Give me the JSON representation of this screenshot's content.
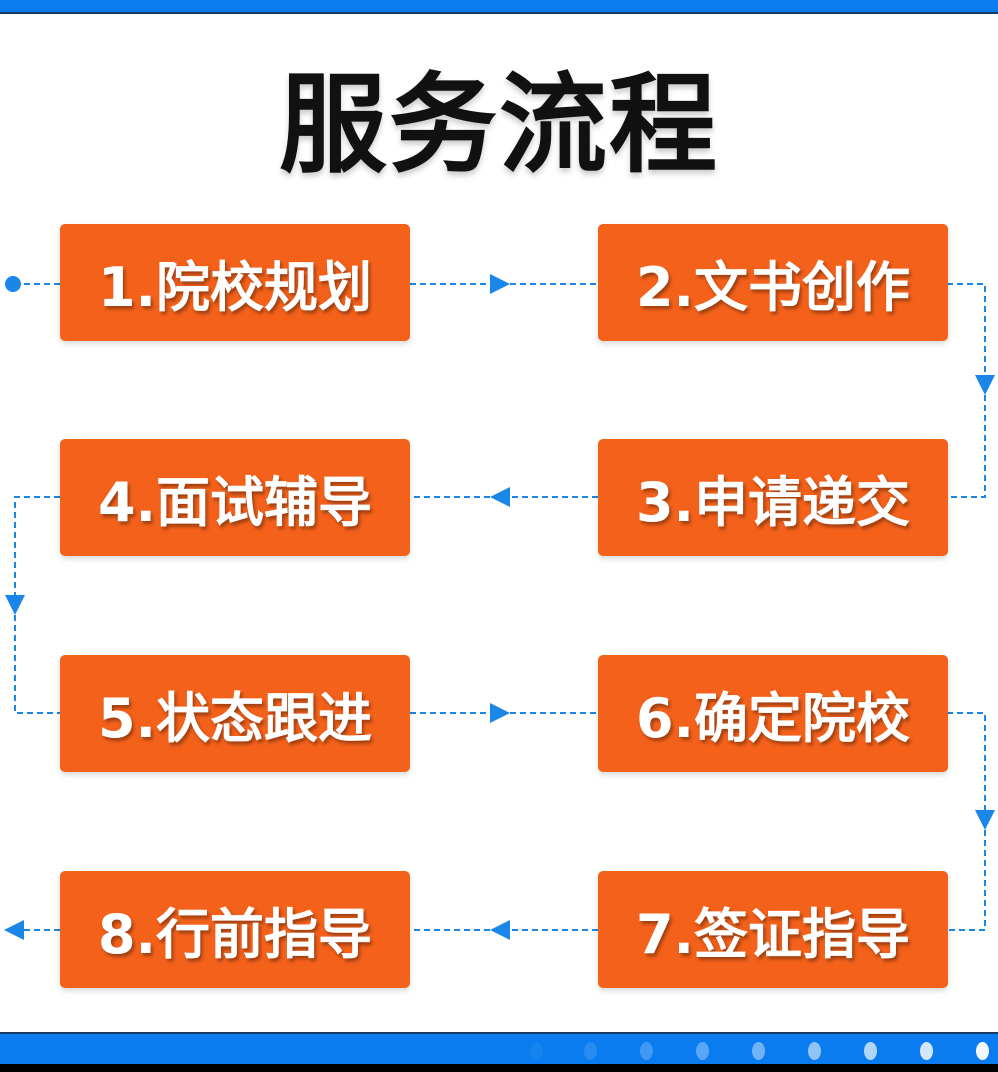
{
  "title": "服务流程",
  "steps": [
    {
      "label": "1.院校规划"
    },
    {
      "label": "2.文书创作"
    },
    {
      "label": "3.申请递交"
    },
    {
      "label": "4.面试辅导"
    },
    {
      "label": "5.状态跟进"
    },
    {
      "label": "6.确定院校"
    },
    {
      "label": "7.签证指导"
    },
    {
      "label": "8.行前指导"
    }
  ],
  "colors": {
    "box": "#f4611a",
    "connector": "#1a86e8",
    "bar": "#0a7cf0"
  }
}
